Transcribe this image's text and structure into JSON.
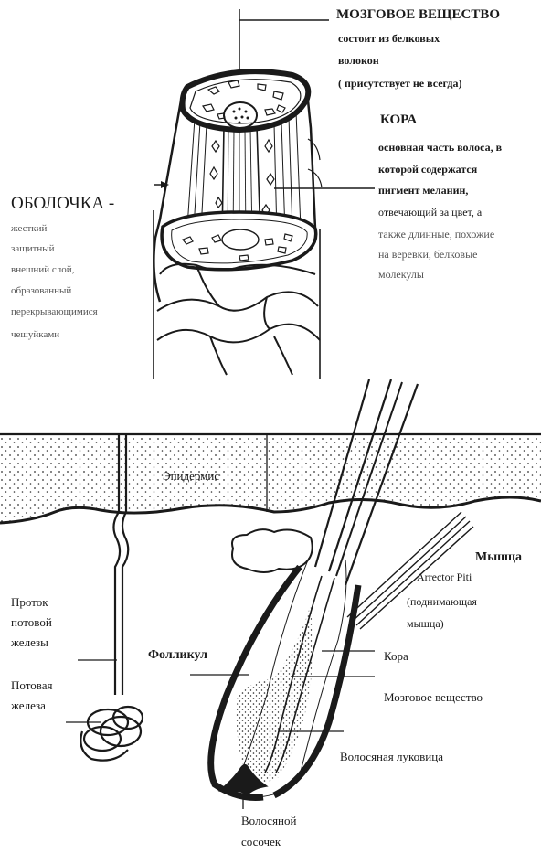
{
  "upper": {
    "medulla": {
      "title": "МОЗГОВОЕ ВЕЩЕСТВО",
      "lines": [
        "состоит из белковых",
        "волокон",
        "( присутствует  не всегда)"
      ]
    },
    "cortex": {
      "title": "КОРА",
      "lines": [
        "основная часть волоса, в",
        "которой содержатся",
        "пигмент меланин,",
        "отвечающий за цвет, а",
        "также длинные, похожие",
        "на веревки, белковые",
        "молекулы"
      ]
    },
    "cuticle": {
      "title": "ОБОЛОЧКА -",
      "lines": [
        "жесткий",
        "защитный",
        "внешний слой,",
        "образованный",
        "перекрывающимися",
        "чешуйками"
      ]
    }
  },
  "lower": {
    "epidermis": "Эпидермис",
    "muscle": "Мышца",
    "arrector": [
      "Arrector Piti",
      "(поднимающая",
      "мышца)"
    ],
    "duct": [
      "Проток",
      "потовой",
      "железы"
    ],
    "gland": [
      "Потовая",
      "железа"
    ],
    "follicle": "Фолликул",
    "cortex": "Кора",
    "medulla": "Мозговое вещество",
    "bulb": "Волосяная луковица",
    "papilla": [
      "Волосяной",
      "сосочек"
    ]
  }
}
